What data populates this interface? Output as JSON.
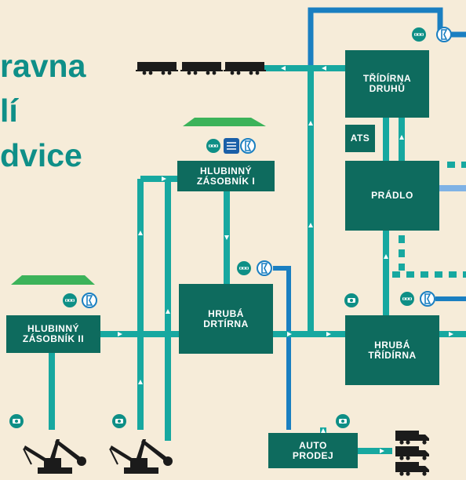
{
  "title_lines": [
    "ravna",
    "lí",
    "dvice"
  ],
  "nodes": {
    "tridirna_druhu": "TŘÍDÍRNA\nDRUHŮ",
    "ats": "ATS",
    "pradlo": "PRÁDLO",
    "hlubinny_zasobnik_1": "HLUBINNÝ\nZÁSOBNÍK I",
    "hlubinny_zasobnik_2": "HLUBINNÝ\nZÁSOBNÍK II",
    "hruba_drtirna": "HRUBÁ\nDRTÍRNA",
    "hruba_tridirna": "HRUBÁ\nTŘÍDÍRNA",
    "auto_prodej": "AUTO\nPRODEJ"
  },
  "colors": {
    "background": "#f6ecd9",
    "teal_line": "#17a8a0",
    "blue_line": "#1a7fc1",
    "light_blue_line": "#7fb2e5",
    "box": "#0e6b5e",
    "stockpile": "#3cb35a",
    "title": "#0f8f88",
    "machinery": "#1b1b1b"
  },
  "icons": [
    "conveyor-scale-icon",
    "sampler-icon",
    "sprinkler-icon",
    "camera-icon",
    "train-wagon-icon",
    "truck-icon",
    "excavator-icon",
    "stockpile-icon"
  ]
}
